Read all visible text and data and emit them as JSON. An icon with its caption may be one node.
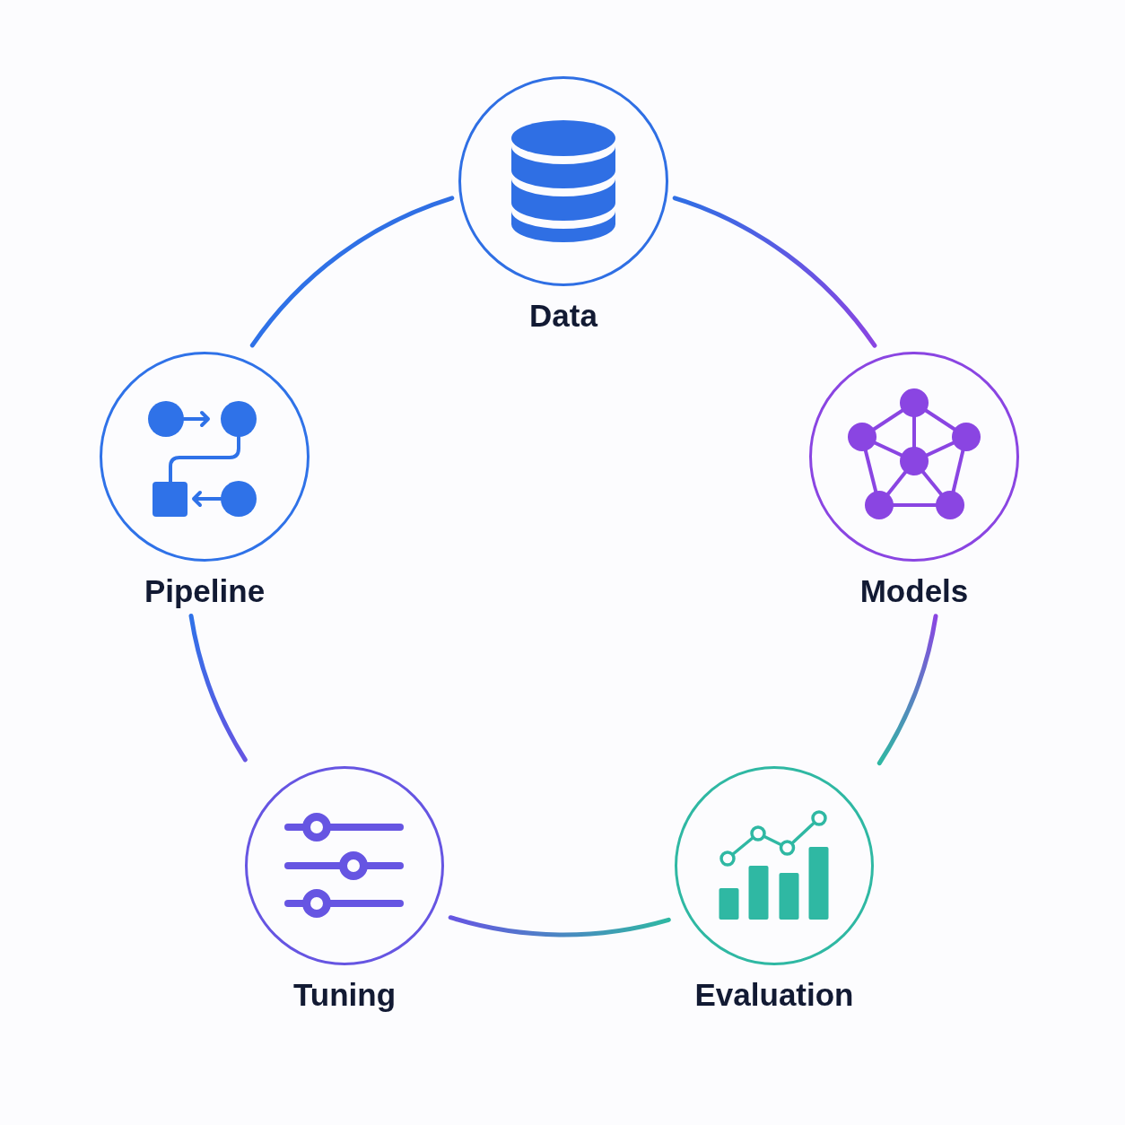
{
  "diagram": {
    "nodes": [
      {
        "text": [
          "Data"
        ]
      },
      {
        "text": [
          "Pipeline"
        ]
      },
      {
        "text": [
          "Models"
        ]
      },
      {
        "text": [
          "Tuning"
        ]
      },
      {
        "text": [
          "Evaluation"
        ]
      }
    ],
    "edges": [
      {
        "from": 0,
        "to": 2,
        "arrow": "none"
      },
      {
        "from": 2,
        "to": 4,
        "arrow": "none"
      },
      {
        "from": 4,
        "to": 3,
        "arrow": "none"
      },
      {
        "from": 3,
        "to": 1,
        "arrow": "none"
      },
      {
        "from": 1,
        "to": 0,
        "arrow": "none"
      }
    ]
  }
}
